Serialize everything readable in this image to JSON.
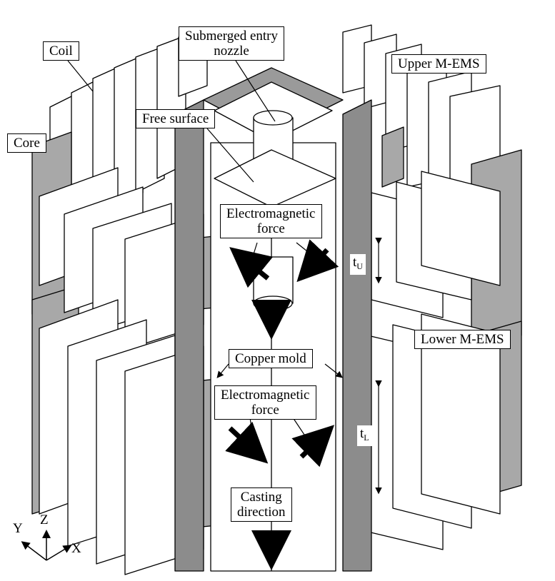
{
  "labels": {
    "coil": "Coil",
    "core": "Core",
    "nozzle_line1": "Submerged entry",
    "nozzle_line2": "nozzle",
    "upper_mems": "Upper M-EMS",
    "free_surface": "Free surface",
    "force_upper_line1": "Electromagnetic",
    "force_upper_line2": "force",
    "lower_mems": "Lower M-EMS",
    "copper_mold": "Copper mold",
    "force_lower_line1": "Electromagnetic",
    "force_lower_line2": "force",
    "casting_line1": "Casting",
    "casting_line2": "direction",
    "t_upper_base": "t",
    "t_upper_sub": "U",
    "t_lower_base": "t",
    "t_lower_sub": "L"
  },
  "axes": {
    "y": "Y",
    "z": "Z",
    "x": "X"
  },
  "colors": {
    "core": "#a8a8a8",
    "coil": "#ffffff",
    "outline": "#000000",
    "mold": "#8c8c8c"
  }
}
